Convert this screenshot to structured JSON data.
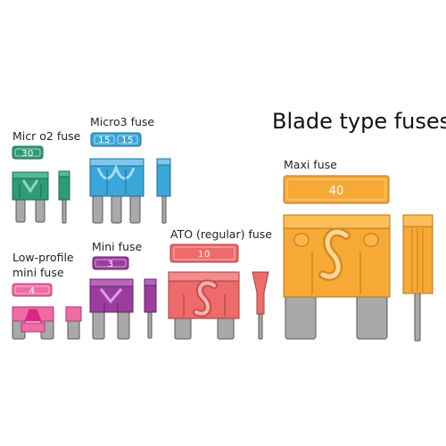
{
  "title": "Blade type fuses",
  "fuses": {
    "micro2": {
      "label": "Micr o2 fuse",
      "rating": "30",
      "color": "#2e9a78"
    },
    "micro3": {
      "label": "Micro3 fuse",
      "rating_left": "15",
      "rating_right": "15",
      "color": "#3ba6d8"
    },
    "maxi": {
      "label": "Maxi fuse",
      "rating": "40",
      "color": "#f7a935"
    },
    "lowprofile": {
      "label_line1": "Low-profile",
      "label_line2": "mini fuse",
      "rating": "4",
      "color": "#f06aa4"
    },
    "mini": {
      "label": "Mini fuse",
      "rating": "3",
      "color": "#9a3d9e"
    },
    "ato": {
      "label": "ATO (regular) fuse",
      "rating": "10",
      "color": "#ee6b6b"
    }
  }
}
